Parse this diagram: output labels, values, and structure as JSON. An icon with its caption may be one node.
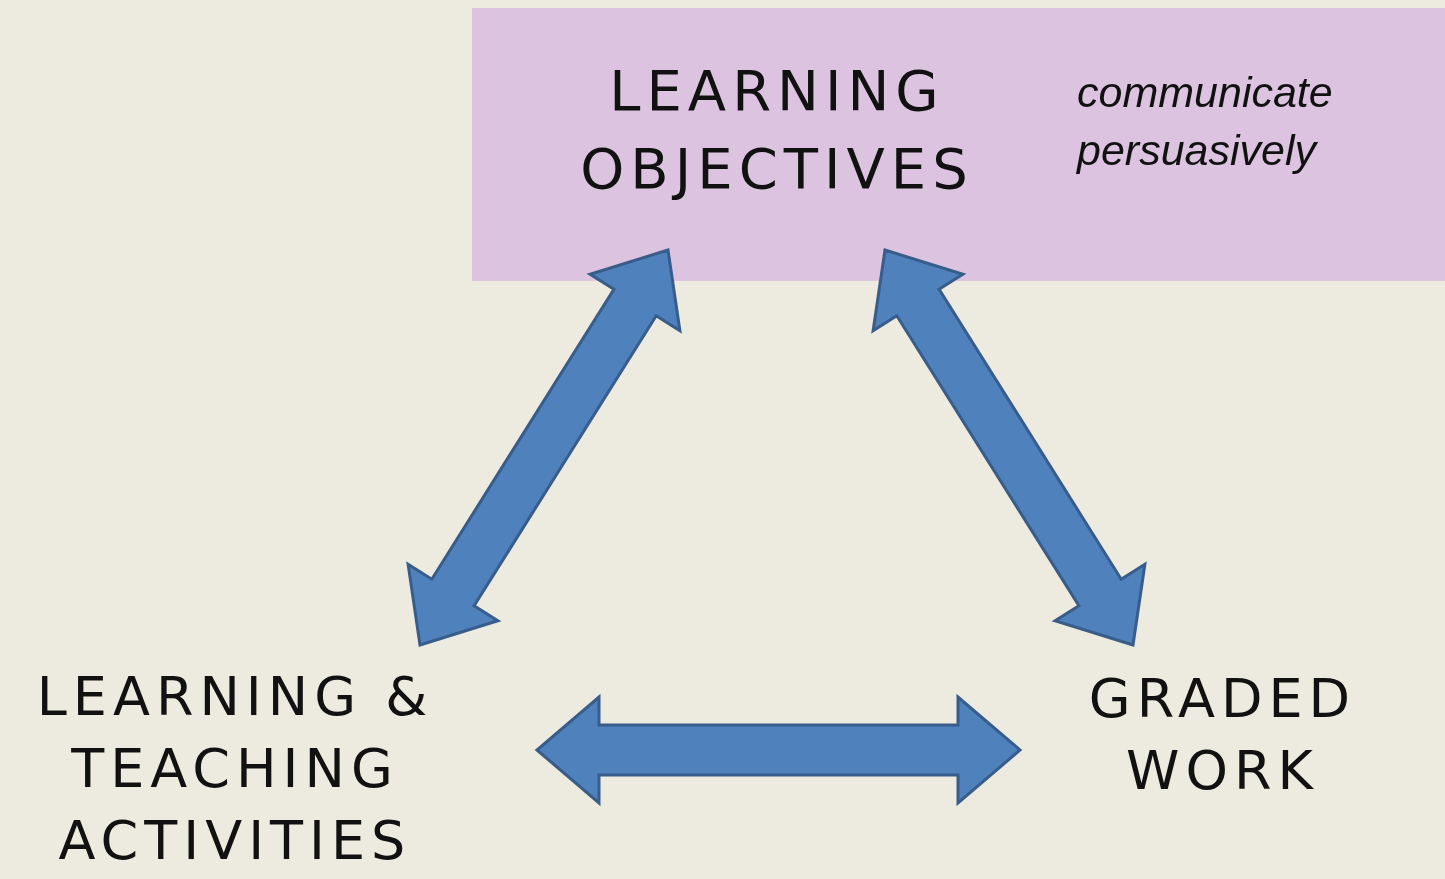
{
  "diagram": {
    "nodes": [
      {
        "text": [
          "LEARNING OBJECTIVES",
          "communicate persuasively"
        ]
      },
      {
        "text": [
          "LEARNING & TEACHING ACTIVITIES"
        ]
      },
      {
        "text": [
          "GRADED WORK"
        ]
      }
    ],
    "edges": [
      {
        "from": 0,
        "to": 1,
        "arrow": "both"
      },
      {
        "from": 0,
        "to": 2,
        "arrow": "both"
      },
      {
        "from": 1,
        "to": 2,
        "arrow": "both"
      }
    ]
  }
}
